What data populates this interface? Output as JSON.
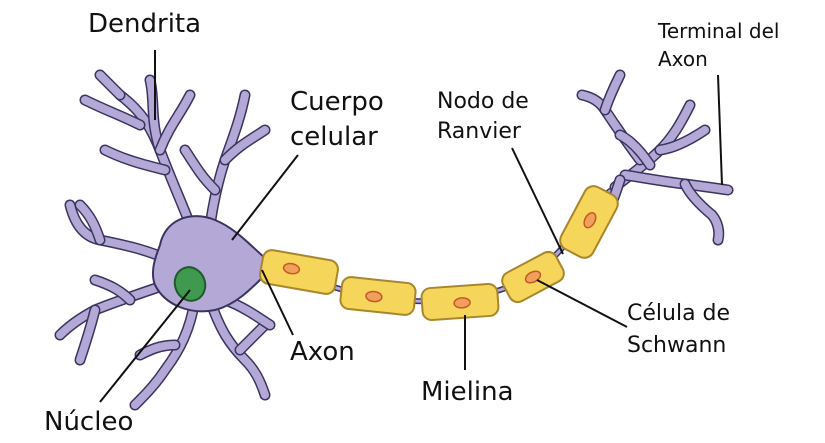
{
  "colors": {
    "neuron_fill": "#b3a8d6",
    "neuron_stroke": "#3a3560",
    "nucleus_fill": "#3f9a4f",
    "myelin_fill": "#f5d55a",
    "myelin_stroke": "#a8862b",
    "schwann_nucleus_fill": "#f0a05a",
    "schwann_nucleus_stroke": "#c45a2a",
    "text": "#111111"
  },
  "labels": {
    "dendrita": "Dendrita",
    "cuerpo": [
      "Cuerpo",
      "celular"
    ],
    "nodo": [
      "Nodo de",
      "Ranvier"
    ],
    "terminal": [
      "Terminal del",
      "Axon"
    ],
    "nucleo": "Núcleo",
    "axon": "Axon",
    "mielina": "Mielina",
    "schwann": [
      "Célula de",
      "Schwann"
    ]
  }
}
